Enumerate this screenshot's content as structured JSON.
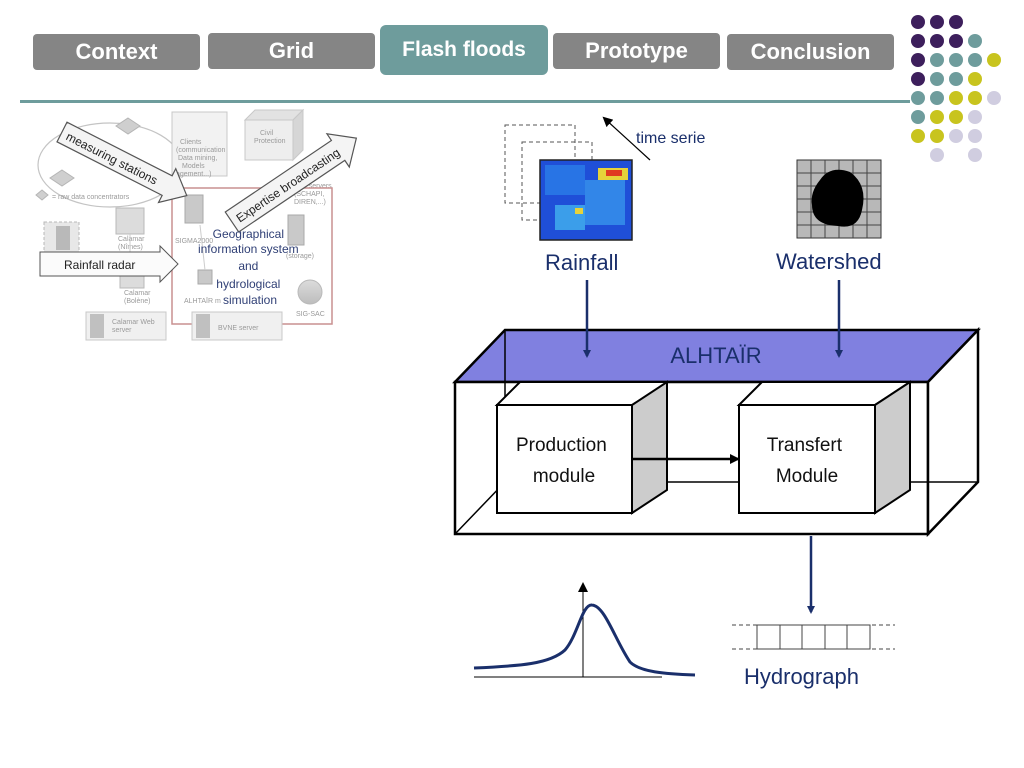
{
  "nav": {
    "tabs": [
      {
        "label": "Context",
        "active": false
      },
      {
        "label": "Grid",
        "active": false
      },
      {
        "label": "Flash floods",
        "active": true
      },
      {
        "label": "Prototype",
        "active": false
      },
      {
        "label": "Conclusion",
        "active": false
      }
    ]
  },
  "colors": {
    "accent": "#6e9c9c",
    "tab_gray": "#858585",
    "purple": "#3d1f5c",
    "teal": "#6e9c9c",
    "yellow": "#c8c41e",
    "lavender": "#d0cde0",
    "navy": "#1a2f6b",
    "model_top": "#8080e0"
  },
  "sketch": {
    "measuring_stations": "measuring stations",
    "expertise_broadcasting": "Expertise broadcasting",
    "rainfall_radar": "Rainfall radar",
    "gis_lines": [
      "Geographical",
      "information system",
      "and",
      "hydrological",
      "simulation"
    ],
    "raw_data": "= raw data concentrators",
    "clients_lines": [
      "Clients",
      "(communication",
      "Data mining,",
      "Models",
      "agement...)"
    ],
    "civil_protection_lines": [
      "Civil",
      "Protection"
    ],
    "mobile_servers_lines": [
      "obile servers",
      "(SCHAPI,",
      "DIREN,...)"
    ],
    "calamar_nimes_lines": [
      "Calamar",
      "(Nîmes)"
    ],
    "calamar_bolene_lines": [
      "Calamar",
      "(Bolène)"
    ],
    "calamar_web_lines": [
      "Calamar Web",
      "server"
    ],
    "sigma": "SIGMA2000",
    "alhtair_m": "ALHTAÏR m",
    "storage": "(storage)",
    "sig_sac": "SIG-SAC",
    "bvne": "BVNE server"
  },
  "diagram": {
    "time_serie": "time serie",
    "rainfall": "Rainfall",
    "watershed": "Watershed",
    "model": "ALHTAÏR",
    "production_lines": [
      "Production",
      "module"
    ],
    "transfert_lines": [
      "Transfert",
      "Module"
    ],
    "hydrograph": "Hydrograph"
  }
}
